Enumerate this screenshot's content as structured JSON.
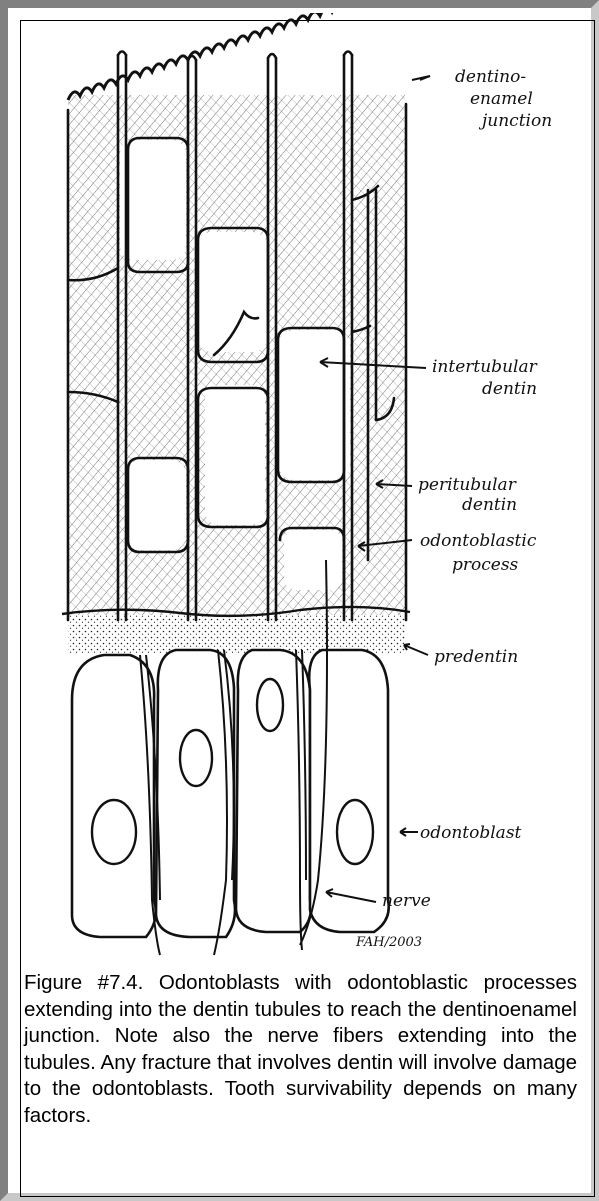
{
  "figure": {
    "labels": {
      "dej_1": "dentino-",
      "dej_2": "enamel",
      "dej_3": "junction",
      "intertubular_1": "intertubular",
      "intertubular_2": "dentin",
      "peritubular_1": "peritubular",
      "peritubular_2": "dentin",
      "process_1": "odontoblastic",
      "process_2": "process",
      "predentin": "predentin",
      "odontoblast": "odontoblast",
      "nerve": "nerve",
      "signature": "FAH/2003"
    },
    "caption": "Figure #7.4. Odontoblasts with odontoblastic processes extending into the dentin tubules to reach the dentinoenamel junction. Note also the nerve fibers extending into the tubules. Any fracture that involves dentin will involve damage to the odontoblasts. Tooth survivability depends on many factors."
  },
  "colors": {
    "frame_dark": "#808080",
    "frame_light": "#c8c8c8",
    "ink": "#111111"
  }
}
